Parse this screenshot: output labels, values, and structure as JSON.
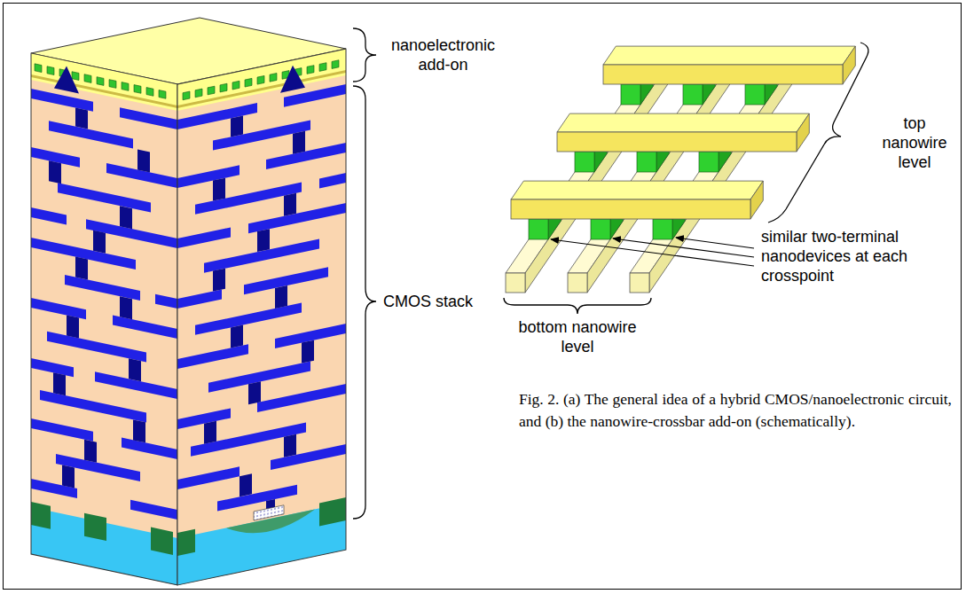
{
  "diagram": {
    "caption": "Fig. 2. (a) The general idea of a hybrid CMOS/nanoelectronic circuit, and (b) the nanowire-crossbar add-on (schematically).",
    "labels": [
      "nanoelectronic add-on",
      "CMOS stack",
      "top nanowire level",
      "similar two-terminal nanodevices at each crosspoint",
      "bottom nanowire level"
    ]
  }
}
